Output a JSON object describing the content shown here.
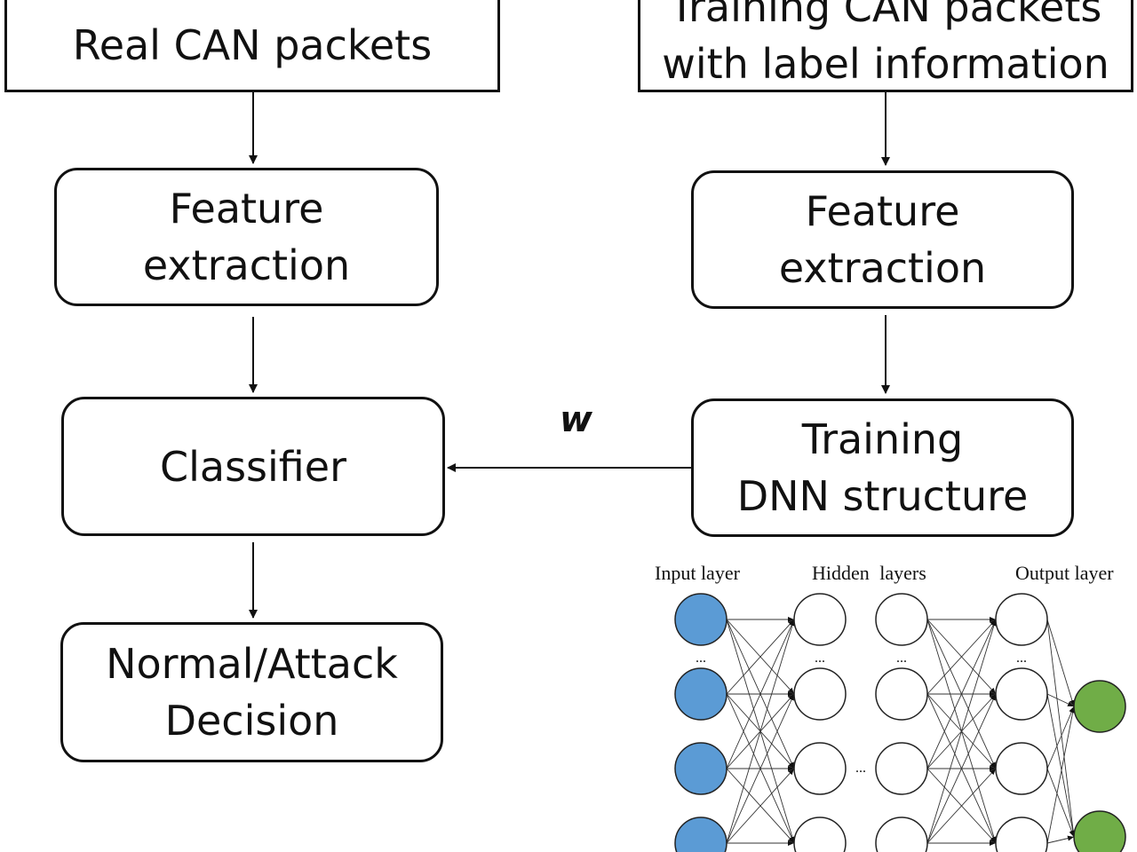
{
  "left_column": {
    "input_box": {
      "lines": [
        "Real CAN packets"
      ]
    },
    "feature_box": {
      "lines": [
        "Feature",
        "extraction"
      ]
    },
    "classifier_box": {
      "lines": [
        "Classifier"
      ]
    },
    "decision_box": {
      "lines": [
        "Normal/Attack",
        "Decision"
      ]
    }
  },
  "right_column": {
    "input_box": {
      "lines": [
        "Training CAN packets",
        "with label information"
      ]
    },
    "feature_box": {
      "lines": [
        "Feature",
        "extraction"
      ]
    },
    "training_box": {
      "lines": [
        "Training",
        "DNN structure"
      ]
    }
  },
  "weight_label": "w",
  "network": {
    "labels": {
      "input": "Input layer",
      "hidden": "Hidden layers",
      "output": "Output layer"
    },
    "ellipsis": "...",
    "colors": {
      "input_node": "#5b9bd5",
      "output_node": "#70ad47",
      "hidden_node": "#ffffff"
    }
  }
}
